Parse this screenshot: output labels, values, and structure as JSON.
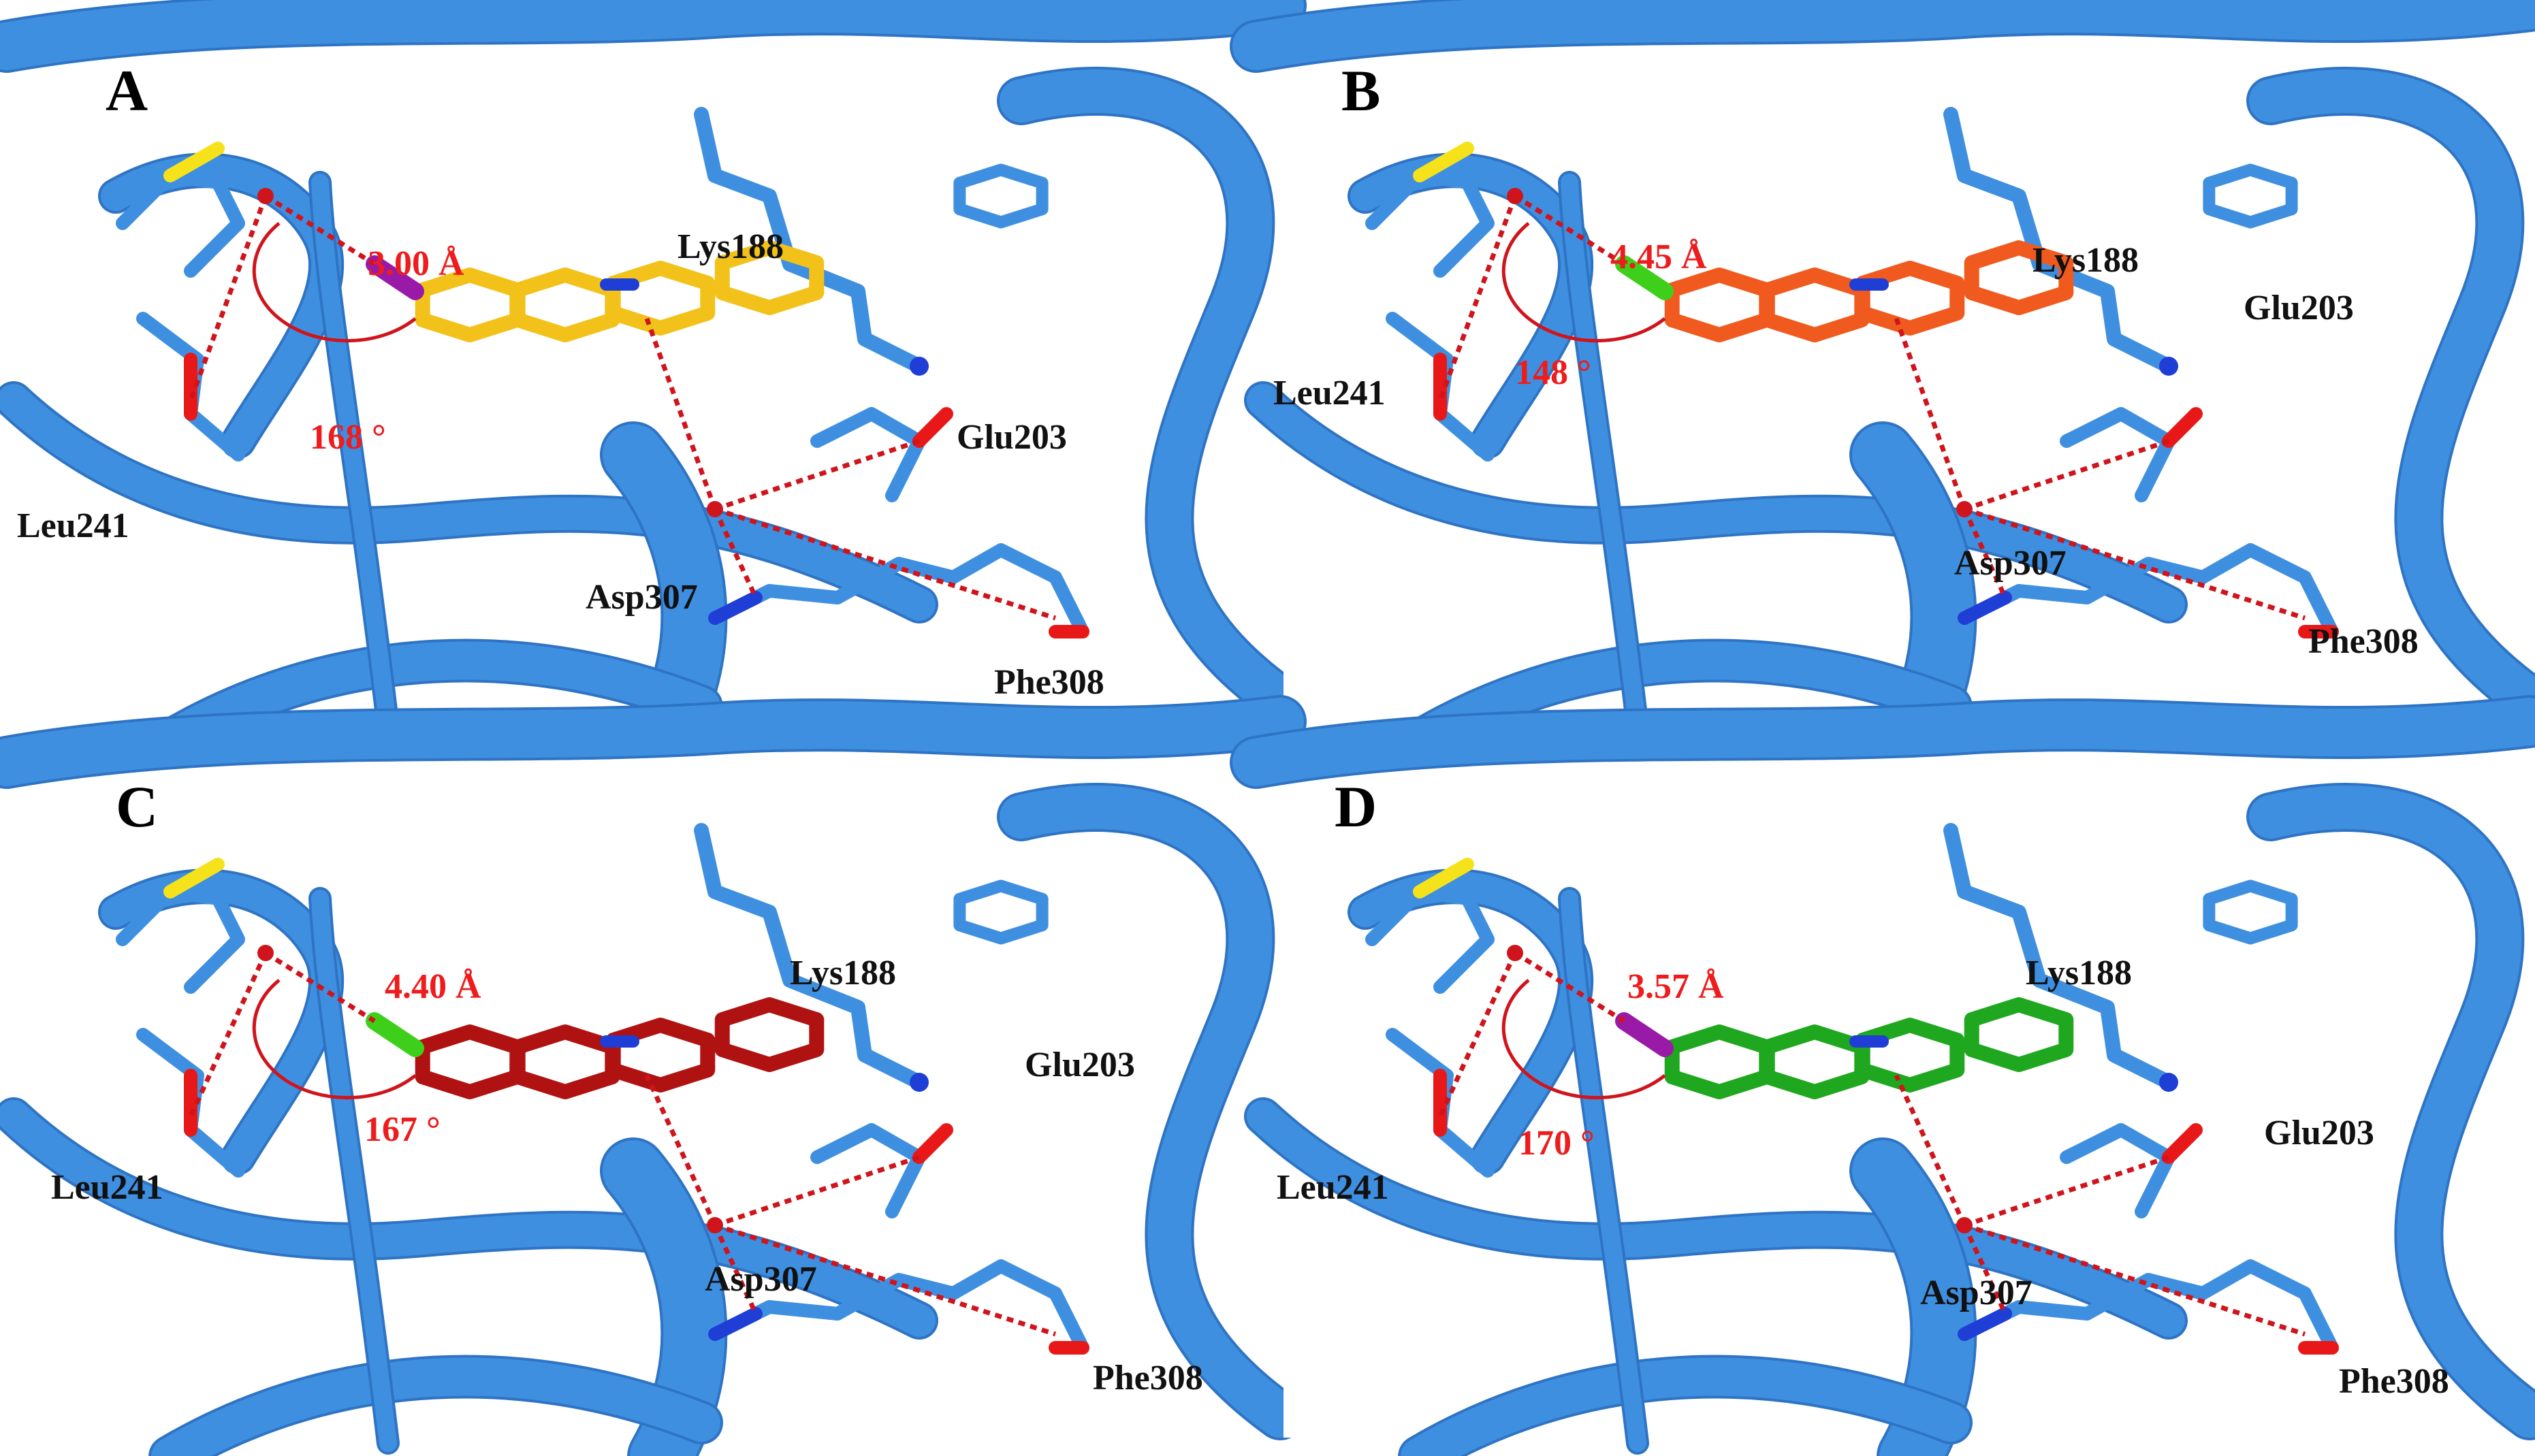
{
  "figure": {
    "colors": {
      "protein": "#3f8fe0",
      "protein_dark": "#2f74c4",
      "sulfur": "#f5e21a",
      "nitrogen": "#1f3ed6",
      "oxygen": "#e81818",
      "iodine": "#9a1aa8",
      "chlorine": "#3ecf1a",
      "contact_line": "#d0141c",
      "label_text": "#111111",
      "measure_text": "#ee1c1c"
    },
    "panels": [
      {
        "letter": "A",
        "ligand_color": "#f2c21b",
        "halogen": "iodine",
        "halogen_color": "#9a1aa8",
        "distance": "3.00 Å",
        "angle": "168 °",
        "residues": {
          "lys": "Lys188",
          "glu": "Glu203",
          "leu": "Leu241",
          "asp": "Asp307",
          "phe": "Phe308"
        }
      },
      {
        "letter": "B",
        "ligand_color": "#f05a1e",
        "halogen": "chlorine",
        "halogen_color": "#3ecf1a",
        "distance": "4.45 Å",
        "angle": "148 °",
        "residues": {
          "lys": "Lys188",
          "glu": "Glu203",
          "leu": "Leu241",
          "asp": "Asp307",
          "phe": "Phe308"
        }
      },
      {
        "letter": "C",
        "ligand_color": "#b01212",
        "halogen": "chlorine",
        "halogen_color": "#3ecf1a",
        "distance": "4.40 Å",
        "angle": "167 °",
        "residues": {
          "lys": "Lys188",
          "glu": "Glu203",
          "leu": "Leu241",
          "asp": "Asp307",
          "phe": "Phe308"
        }
      },
      {
        "letter": "D",
        "ligand_color": "#1fa81f",
        "halogen": "iodine",
        "halogen_color": "#9a1aa8",
        "distance": "3.57 Å",
        "angle": "170 °",
        "residues": {
          "lys": "Lys188",
          "glu": "Glu203",
          "leu": "Leu241",
          "asp": "Asp307",
          "phe": "Phe308"
        }
      }
    ]
  }
}
